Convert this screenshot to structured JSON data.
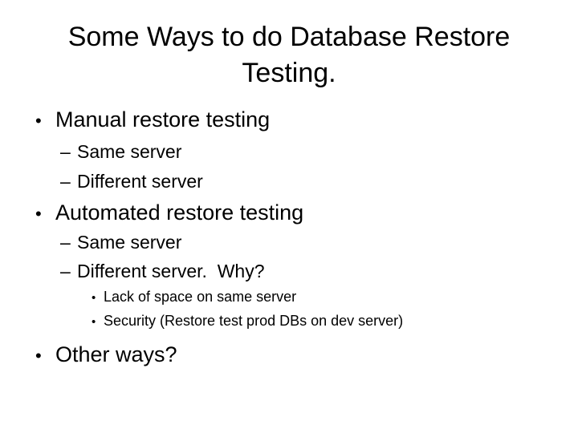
{
  "slide": {
    "title": "Some Ways to do Database Restore Testing.",
    "colors": {
      "background": "#ffffff",
      "text": "#000000"
    },
    "bullets": [
      {
        "level": 1,
        "marker": "•",
        "text": "Manual restore testing"
      },
      {
        "level": 2,
        "marker": "–",
        "text": "Same server"
      },
      {
        "level": 2,
        "marker": "–",
        "text": "Different server"
      },
      {
        "level": 1,
        "marker": "•",
        "text": "Automated restore testing"
      },
      {
        "level": 2,
        "marker": "–",
        "text": "Same server"
      },
      {
        "level": 2,
        "marker": "–",
        "text": "Different server.  Why?"
      },
      {
        "level": 3,
        "marker": "•",
        "text": "Lack of space on same server"
      },
      {
        "level": 3,
        "marker": "•",
        "text": "Security (Restore test prod DBs on dev server)"
      },
      {
        "level": 1,
        "marker": "•",
        "text": "Other ways?"
      }
    ]
  }
}
